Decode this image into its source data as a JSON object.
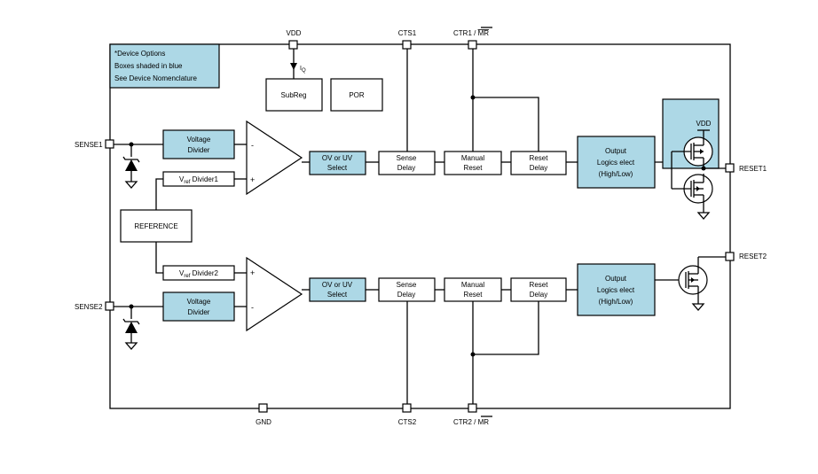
{
  "note": {
    "line1": "*Device Options",
    "line2": "Boxes shaded in blue",
    "line3": "See Device Nomenclature"
  },
  "pins": {
    "vdd": "VDD",
    "cts1": "CTS1",
    "ctr1": "CTR1 / ",
    "mr1": "MR",
    "sense1": "SENSE1",
    "reset1": "RESET1",
    "reset2": "RESET2",
    "sense2": "SENSE2",
    "gnd": "GND",
    "cts2": "CTS2",
    "ctr2": "CTR2 / ",
    "mr2": "MR"
  },
  "labels": {
    "iq": "I",
    "iq_sub": "Q",
    "vdd_internal": "VDD",
    "minus": "-",
    "plus": "+"
  },
  "blocks": {
    "subreg": "SubReg",
    "por": "POR",
    "reference": "REFERENCE",
    "ch1": {
      "vd_l1": "Voltage",
      "vd_l2": "Divider",
      "vref_v": "V",
      "vref_sub": "ref",
      "vref_rest": " Divider1",
      "ovuv_l1": "OV or UV",
      "ovuv_l2": "Select",
      "sense_l1": "Sense",
      "sense_l2": "Delay",
      "manual_l1": "Manual",
      "manual_l2": "Reset",
      "reset_l1": "Reset",
      "reset_l2": "Delay",
      "out_l1": "Output",
      "out_l2": "Logics elect",
      "out_l3": "(High/Low)"
    },
    "ch2": {
      "vd_l1": "Voltage",
      "vd_l2": "Divider",
      "vref_v": "V",
      "vref_sub": "ref",
      "vref_rest": " Divider2",
      "ovuv_l1": "OV or UV",
      "ovuv_l2": "Select",
      "sense_l1": "Sense",
      "sense_l2": "Delay",
      "manual_l1": "Manual",
      "manual_l2": "Reset",
      "reset_l1": "Reset",
      "reset_l2": "Delay",
      "out_l1": "Output",
      "out_l2": "Logics elect",
      "out_l3": "(High/Low)"
    }
  },
  "colors": {
    "option_blue": "#add8e6",
    "line": "#000000"
  }
}
